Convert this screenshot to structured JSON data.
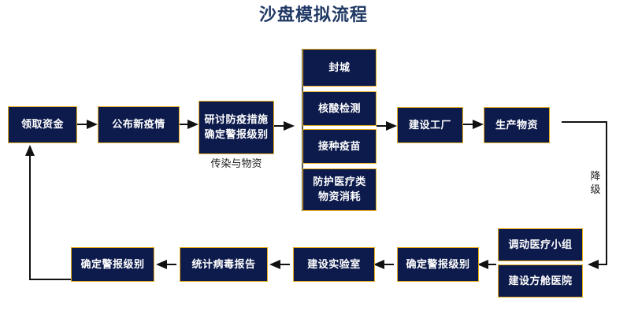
{
  "title": "沙盘模拟流程",
  "colors": {
    "node_fill": "#0D1B4C",
    "node_border": "#E6AE1C",
    "node_text": "#FFFFFF",
    "title_text": "#1F3864",
    "edge": "#111111",
    "background": "#FFFFFF"
  },
  "nodes": {
    "receive_funds": {
      "label": "领取资金"
    },
    "announce_epidemic": {
      "label": "公布新疫情"
    },
    "discuss_measures_line1": {
      "label": "研讨防疫措施"
    },
    "discuss_measures_line2": {
      "label": "确定警报级别"
    },
    "lockdown": {
      "label": "封城"
    },
    "nucleic_test": {
      "label": "核酸检测"
    },
    "vaccination": {
      "label": "接种疫苗"
    },
    "supplies_line1": {
      "label": "防护医疗类"
    },
    "supplies_line2": {
      "label": "物资消耗"
    },
    "build_factory": {
      "label": "建设工厂"
    },
    "produce_supplies": {
      "label": "生产物资"
    },
    "mobilize_medical_team": {
      "label": "调动医疗小组"
    },
    "build_fangcang_hospital": {
      "label": "建设方舱医院"
    },
    "set_alert_level_right": {
      "label": "确定警报级别"
    },
    "build_lab": {
      "label": "建设实验室"
    },
    "virus_report": {
      "label": "统计病毒报告"
    },
    "set_alert_level_left": {
      "label": "确定警报级别"
    }
  },
  "labels": {
    "transmission_and_supplies": "传染与物资",
    "downgrade_char1": "降",
    "downgrade_char2": "级"
  }
}
